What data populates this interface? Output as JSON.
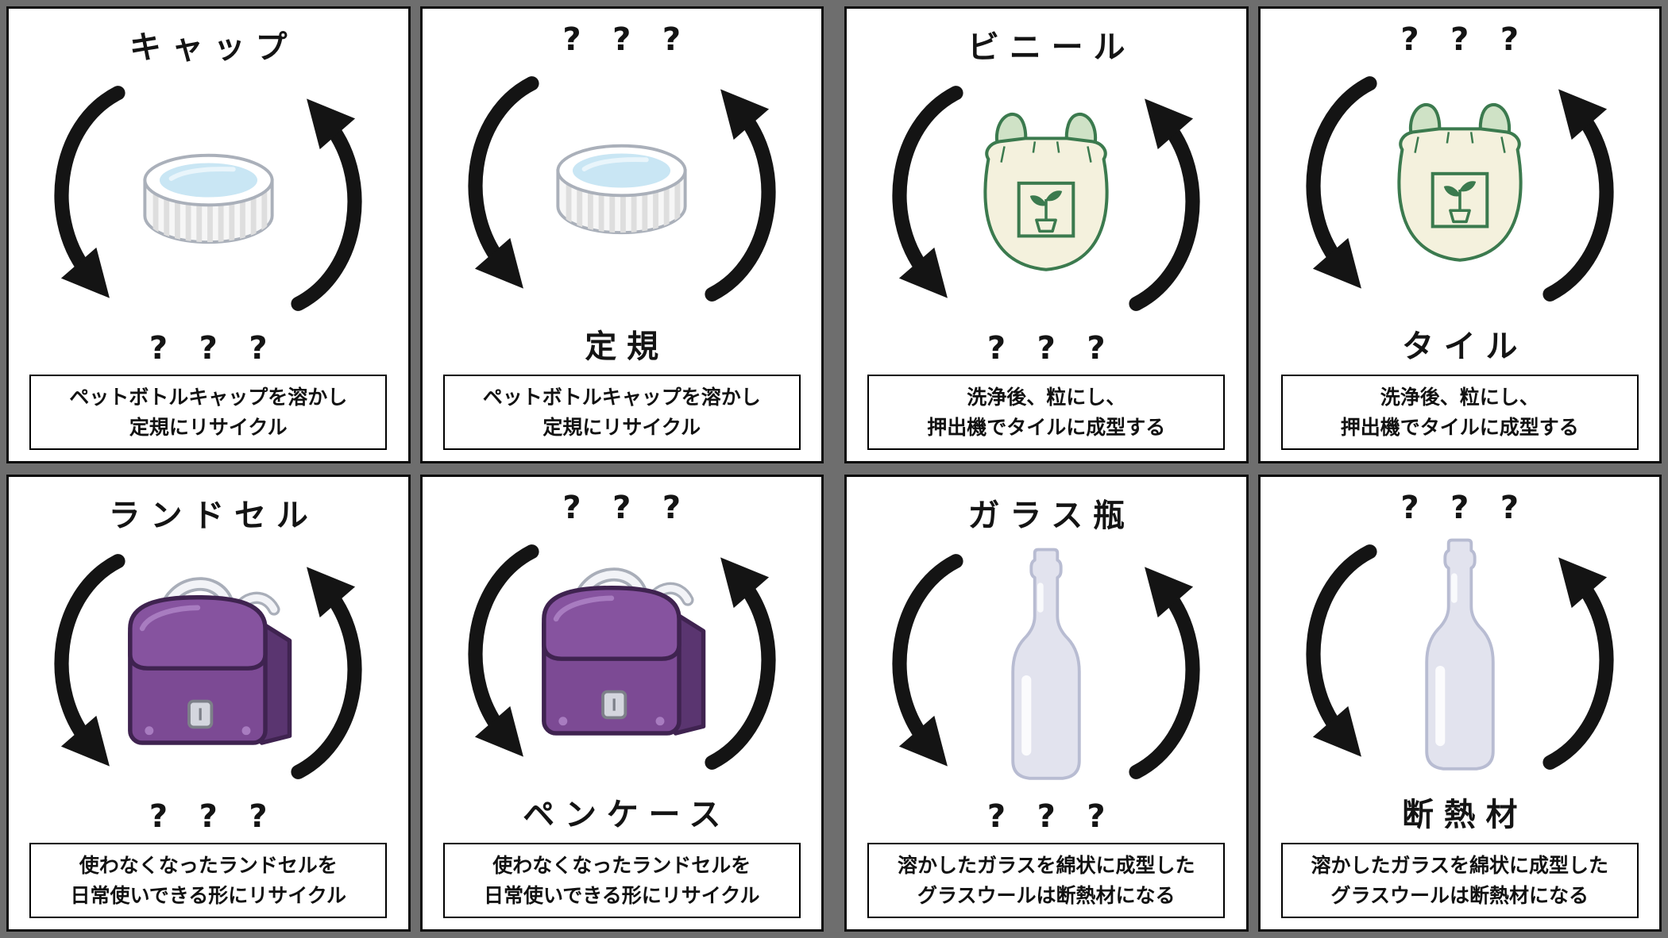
{
  "colors": {
    "background_gray": "#6e6e6e",
    "arrow_black": "#141414",
    "cap_blue": "#c9e6f4",
    "bag_green": "#3b7a4e",
    "backpack_purple": "#7c4a94",
    "bottle_gray": "#e2e3ee"
  },
  "panels": [
    {
      "icon": "bottle-cap-icon",
      "top_label": "キャップ",
      "bottom_label": "? ? ?",
      "desc_line1": "ペットボトルキャップを溶かし",
      "desc_line2": "定規にリサイクル"
    },
    {
      "icon": "bottle-cap-icon",
      "top_label": "? ? ?",
      "bottom_label": "定規",
      "desc_line1": "ペットボトルキャップを溶かし",
      "desc_line2": "定規にリサイクル"
    },
    {
      "icon": "plastic-bag-icon",
      "top_label": "ビニール",
      "bottom_label": "? ? ?",
      "desc_line1": "洗浄後、粒にし、",
      "desc_line2": "押出機でタイルに成型する"
    },
    {
      "icon": "plastic-bag-icon",
      "top_label": "? ? ?",
      "bottom_label": "タイル",
      "desc_line1": "洗浄後、粒にし、",
      "desc_line2": "押出機でタイルに成型する"
    },
    {
      "icon": "school-backpack-icon",
      "top_label": "ランドセル",
      "bottom_label": "? ? ?",
      "desc_line1": "使わなくなったランドセルを",
      "desc_line2": "日常使いできる形にリサイクル"
    },
    {
      "icon": "school-backpack-icon",
      "top_label": "? ? ?",
      "bottom_label": "ペンケース",
      "desc_line1": "使わなくなったランドセルを",
      "desc_line2": "日常使いできる形にリサイクル"
    },
    {
      "icon": "glass-bottle-icon",
      "top_label": "ガラス瓶",
      "bottom_label": "? ? ?",
      "desc_line1": "溶かしたガラスを綿状に成型した",
      "desc_line2": "グラスウールは断熱材になる"
    },
    {
      "icon": "glass-bottle-icon",
      "top_label": "? ? ?",
      "bottom_label": "断熱材",
      "desc_line1": "溶かしたガラスを綿状に成型した",
      "desc_line2": "グラスウールは断熱材になる"
    }
  ]
}
